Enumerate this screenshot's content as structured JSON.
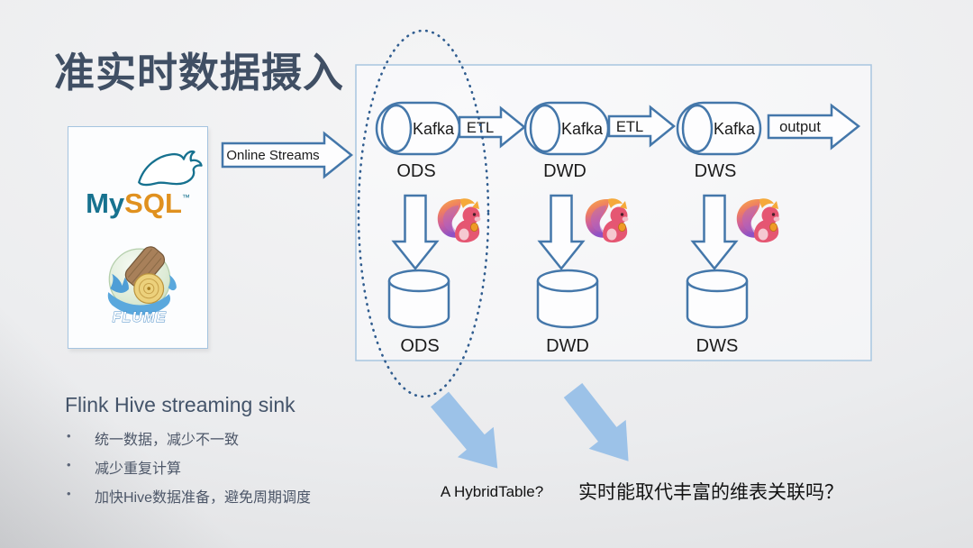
{
  "slide": {
    "title": "准实时数据摄入"
  },
  "source_panel": {
    "mysql_my": "My",
    "mysql_sql": "SQL",
    "mysql_tm": "™",
    "flume_label": "FLUME"
  },
  "flow": {
    "input_label": "Online Streams",
    "output_label": "output",
    "etl_labels": [
      "ETL",
      "ETL"
    ],
    "stages": [
      {
        "queue": "Kafka",
        "name": "ODS",
        "table": "ODS"
      },
      {
        "queue": "Kafka",
        "name": "DWD",
        "table": "DWD"
      },
      {
        "queue": "Kafka",
        "name": "DWS",
        "table": "DWS"
      }
    ]
  },
  "notes": {
    "heading": "Flink Hive streaming sink",
    "bullet_glyph": "•",
    "bullets": [
      "统一数据，减少不一致",
      "减少重复计算",
      "加快Hive数据准备，避免周期调度"
    ]
  },
  "questions": {
    "left": "A HybridTable?",
    "right": "实时能取代丰富的维表关联吗？"
  },
  "colors": {
    "shape_outline": "#4477aa",
    "panel_border": "#a5c4e0",
    "dashed_ellipse": "#2f5c8f",
    "callout_arrow": "#9cc2e8",
    "title_text": "#404f64",
    "mysql_blue": "#17728f",
    "mysql_orange": "#e0911f",
    "flink_body": "#e55672"
  }
}
